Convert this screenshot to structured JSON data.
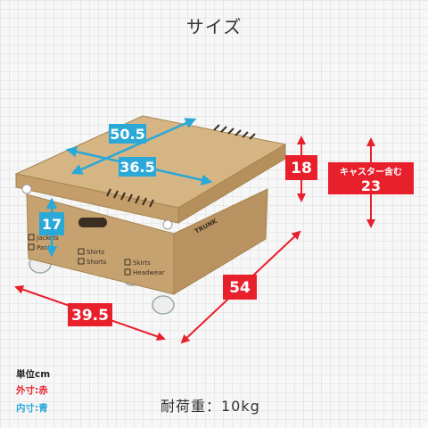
{
  "page": {
    "title": "サイズ"
  },
  "box": {
    "brand": "TRUNK",
    "labels": [
      "Jackets",
      "Pants",
      "Shirts",
      "Shorts",
      "Skirts",
      "Headwear"
    ]
  },
  "dimensions": {
    "outer": {
      "width": "39.5",
      "depth": "54",
      "height": "18",
      "height_with_casters_label": "キャスター含む",
      "height_with_casters": "23"
    },
    "inner": {
      "width": "36.5",
      "depth": "50.5",
      "height": "17"
    }
  },
  "legend": {
    "unit": "単位cm",
    "outer": "外寸:赤",
    "inner": "内寸:青"
  },
  "weight": "耐荷重：10kg",
  "colors": {
    "outer": "#e8202c",
    "inner": "#2aa8d8",
    "box": "#c9a674"
  }
}
